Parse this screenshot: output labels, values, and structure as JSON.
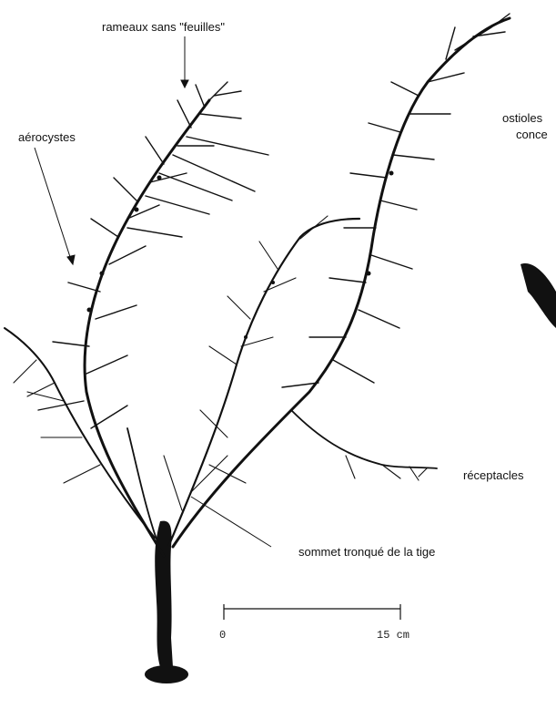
{
  "labels": {
    "branches_without_leaves": "rameaux sans \"feuilles\"",
    "air_bladders": "aérocystes",
    "ostioles": "ostioles",
    "conceptacles": "conce",
    "receptacles": "réceptacles",
    "truncated_stem_tip": "sommet tronqué de la tige"
  },
  "scale_bar": {
    "start": "0",
    "end": "15 cm"
  },
  "colors": {
    "ink": "#111111",
    "background": "#ffffff"
  }
}
